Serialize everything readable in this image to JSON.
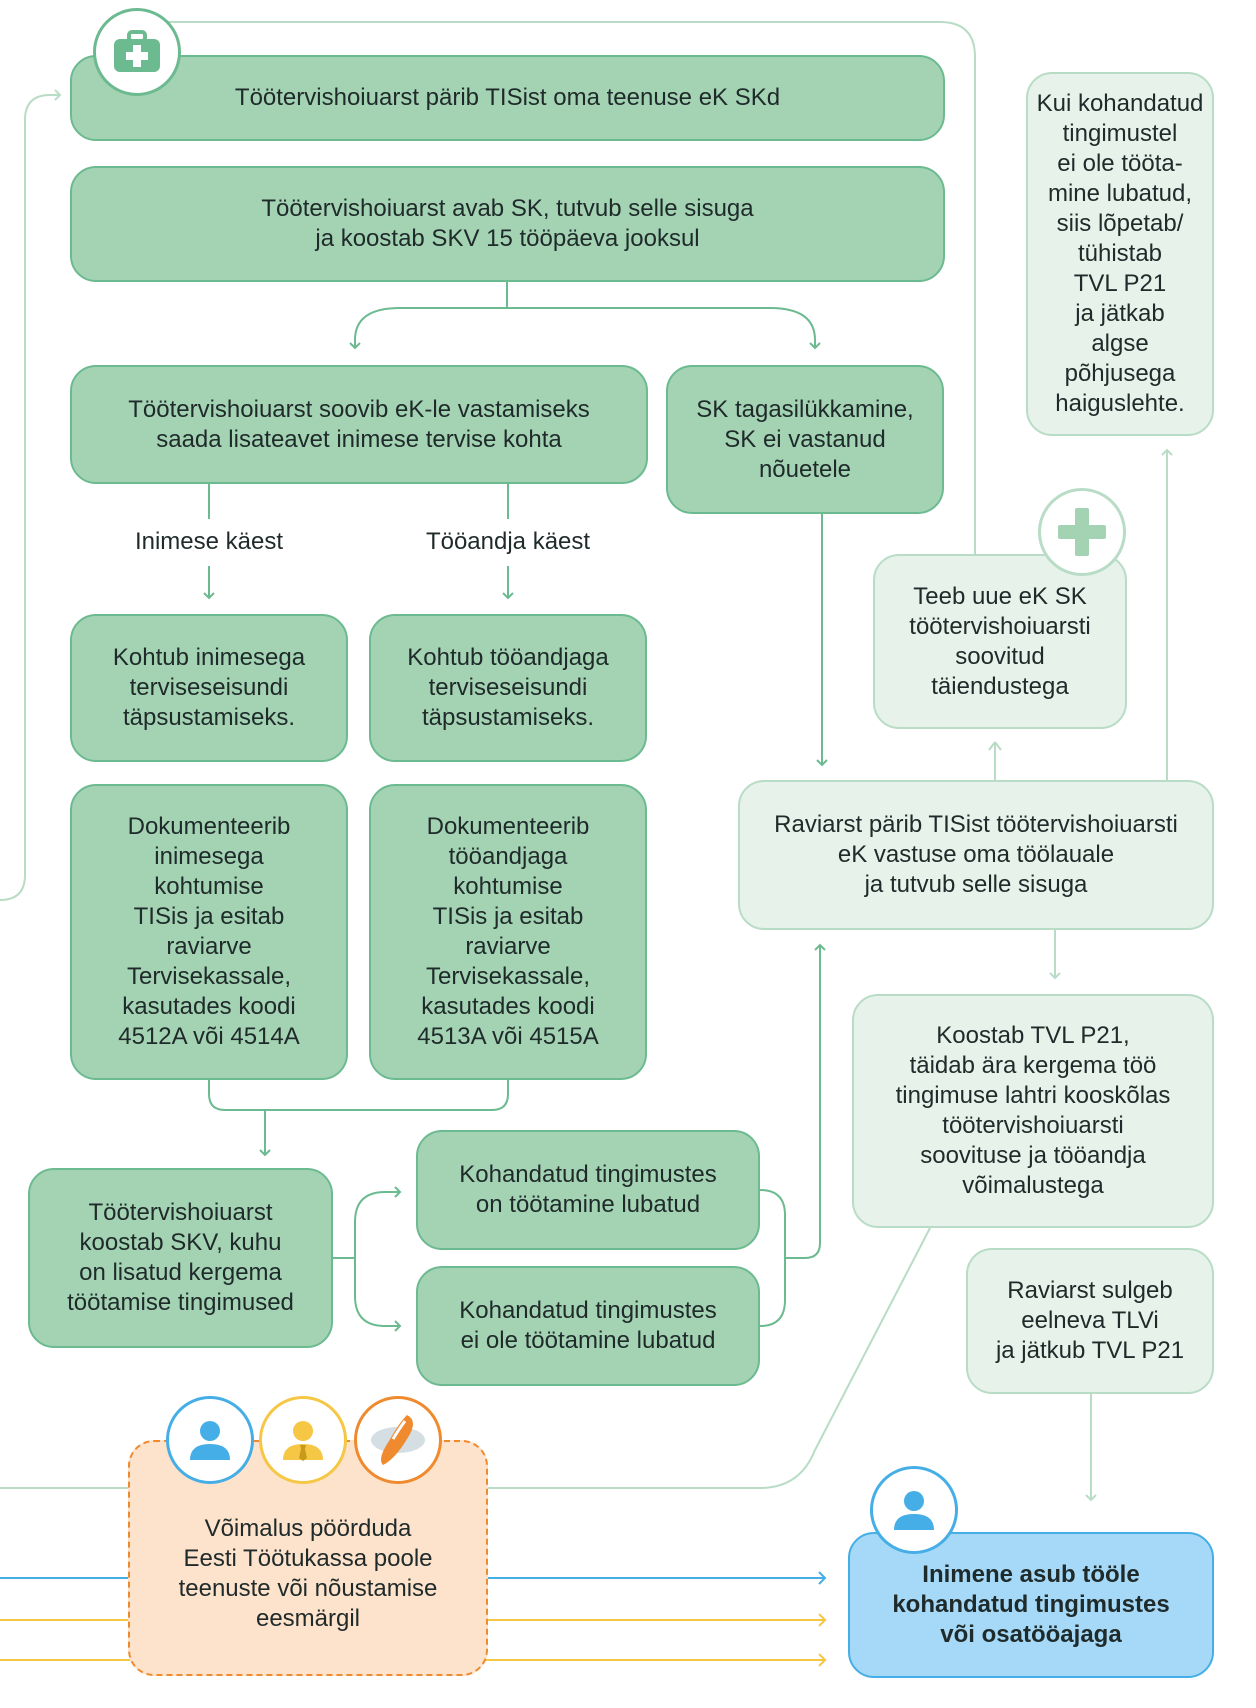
{
  "nodes": {
    "n1": "Töötervishoiuarst pärib TISist oma teenuse eK SKd",
    "n2": "Töötervishoiuarst avab SK, tutvub selle sisuga\nja koostab SKV 15 tööpäeva jooksul",
    "n3": "Töötervishoiuarst soovib eK-le vastamiseks\nsaada lisateavet inimese tervise kohta",
    "n4": "SK tagasilükkamine,\nSK ei vastanud\nnõuetele",
    "n5": "Kui kohandatud\ntingimustel\nei ole tööta-\nmine lubatud,\nsiis lõpetab/\ntühistab\nTVL P21\nja jätkab\nalgse põhjusega\nhaiguslehte.",
    "n6": "Kohtub inimesega\nterviseseisundi\ntäpsustamiseks.",
    "n7": "Kohtub tööandjaga\nterviseseisundi\ntäpsustamiseks.",
    "n8": "Teeb uue eK SK\ntöötervishoiuarsti\nsoovitud\ntäiendustega",
    "n9": "Dokumenteerib\ninimesega\nkohtumise\nTISis ja esitab\nraviarve\nTervisekassale,\nkasutades koodi\n4512A või 4514A",
    "n10": "Dokumenteerib\ntööandjaga\nkohtumise\nTISis ja esitab\nraviarve\nTervisekassale,\nkasutades koodi\n4513A või 4515A",
    "n11": "Raviarst pärib TISist töötervishoiuarsti\neK vastuse oma töölauale\nja tutvub selle sisuga",
    "n12": "Koostab TVL P21,\ntäidab ära kergema töö\ntingimuse lahtri kooskõlas\ntöötervishoiuarsti\nsoovituse ja tööandja\nvõimalustega",
    "n13": "Töötervishoiuarst\nkoostab SKV, kuhu\non lisatud kergema\ntöötamise tingimused",
    "n14": "Kohandatud tingimustes\non töötamine lubatud",
    "n15": "Kohandatud tingimustes\nei ole töötamine lubatud",
    "n16": "Raviarst sulgeb\neelneva TLVi\nja jätkub TVL P21",
    "n17": "Võimalus pöörduda\nEesti Töötukassa poole\nteenuste või nõustamise\neesmärgil",
    "n18": "Inimene asub tööle\nkohandatud tingimustes\nvõi osatööajaga"
  },
  "labels": {
    "from_person": "Inimese käest",
    "from_employer": "Tööandja käest"
  },
  "colors": {
    "dark_box": "#a4d3b4",
    "light_box": "#e6f2ea",
    "line": "#6cba90",
    "light_line": "#b9dcc6",
    "peach_box": "#fde2cc",
    "orange": "#ef8a2e",
    "blue_box": "#a6d9f7",
    "blue": "#45aee6",
    "yellow": "#f6c744"
  },
  "icons": [
    "medical-kit-icon",
    "plus-icon",
    "person-icon",
    "employer-icon",
    "tootukassa-logo-icon",
    "person-icon"
  ]
}
